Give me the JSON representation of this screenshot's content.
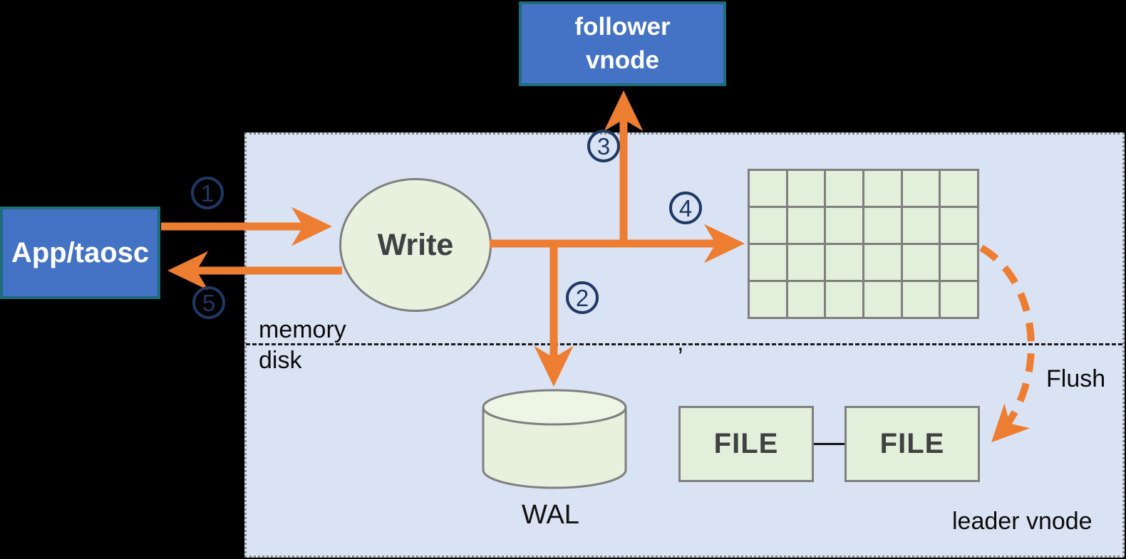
{
  "nodes": {
    "follower_vnode": {
      "lines": [
        "follower",
        "vnode"
      ]
    },
    "app_taosc": {
      "label": "App/taosc"
    },
    "write": {
      "label": "Write"
    },
    "wal": {
      "label": "WAL"
    },
    "file_1": {
      "label": "FILE"
    },
    "file_2": {
      "label": "FILE"
    },
    "memtable": {
      "rows": 4,
      "cols": 6
    }
  },
  "labels": {
    "memory": "memory",
    "disk": "disk",
    "leader_vnode": "leader vnode",
    "flush": "Flush",
    "divider_comma": ","
  },
  "steps": [
    "1",
    "2",
    "3",
    "4",
    "5"
  ],
  "colors": {
    "arrow_orange": "#ED7D31",
    "step_navy": "#1F3864",
    "node_blue": "#4472C4",
    "node_blue_border": "#1E6B7A",
    "panel_lavender": "#DAE3F3",
    "shape_green": "#E2EFDA",
    "shape_border_gray": "#7F7F7F"
  }
}
